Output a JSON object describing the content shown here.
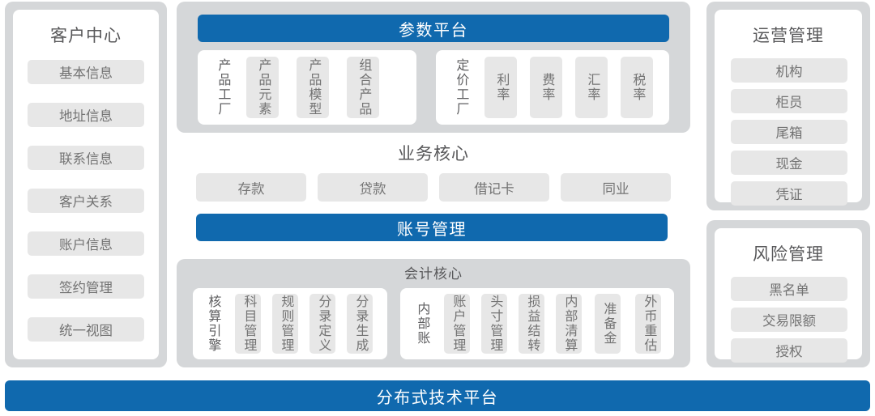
{
  "colors": {
    "accent_blue": "#1069ae",
    "shell_gray": "#d5d7d9",
    "chip_gray": "#e7e7e7",
    "text_gray": "#737373",
    "title_gray": "#58585a"
  },
  "left_panel": {
    "title": "客户中心",
    "items": [
      {
        "label": "基本信息"
      },
      {
        "label": "地址信息"
      },
      {
        "label": "联系信息"
      },
      {
        "label": "客户关系"
      },
      {
        "label": "账户信息"
      },
      {
        "label": "签约管理"
      },
      {
        "label": "统一视图"
      }
    ]
  },
  "parameter_platform": {
    "header": "参数平台",
    "groups": [
      {
        "lead": "产品工厂",
        "items": [
          {
            "label": "产品元素"
          },
          {
            "label": "产品模型"
          },
          {
            "label": "组合产品"
          }
        ]
      },
      {
        "lead": "定价工厂",
        "items": [
          {
            "label": "利率"
          },
          {
            "label": "费率"
          },
          {
            "label": "汇率"
          },
          {
            "label": "税率"
          }
        ]
      }
    ]
  },
  "business_core": {
    "title": "业务核心",
    "items": [
      {
        "label": "存款"
      },
      {
        "label": "贷款"
      },
      {
        "label": "借记卡"
      },
      {
        "label": "同业"
      }
    ],
    "account_bar": "账号管理"
  },
  "accounting_core": {
    "title": "会计核心",
    "groups": [
      {
        "lead": "核算引擎",
        "items": [
          {
            "label": "科目管理"
          },
          {
            "label": "规则管理"
          },
          {
            "label": "分录定义"
          },
          {
            "label": "分录生成"
          }
        ]
      },
      {
        "lead": "内部账",
        "items": [
          {
            "label": "账户管理"
          },
          {
            "label": "头寸管理"
          },
          {
            "label": "损益结转"
          },
          {
            "label": "内部清算"
          },
          {
            "label": "准备金"
          },
          {
            "label": "外币重估"
          }
        ]
      }
    ]
  },
  "operations_panel": {
    "title": "运营管理",
    "items": [
      {
        "label": "机构"
      },
      {
        "label": "柜员"
      },
      {
        "label": "尾箱"
      },
      {
        "label": "现金"
      },
      {
        "label": "凭证"
      }
    ]
  },
  "risk_panel": {
    "title": "风险管理",
    "items": [
      {
        "label": "黑名单"
      },
      {
        "label": "交易限额"
      },
      {
        "label": "授权"
      }
    ]
  },
  "bottom_bar": {
    "label": "分布式技术平台"
  }
}
